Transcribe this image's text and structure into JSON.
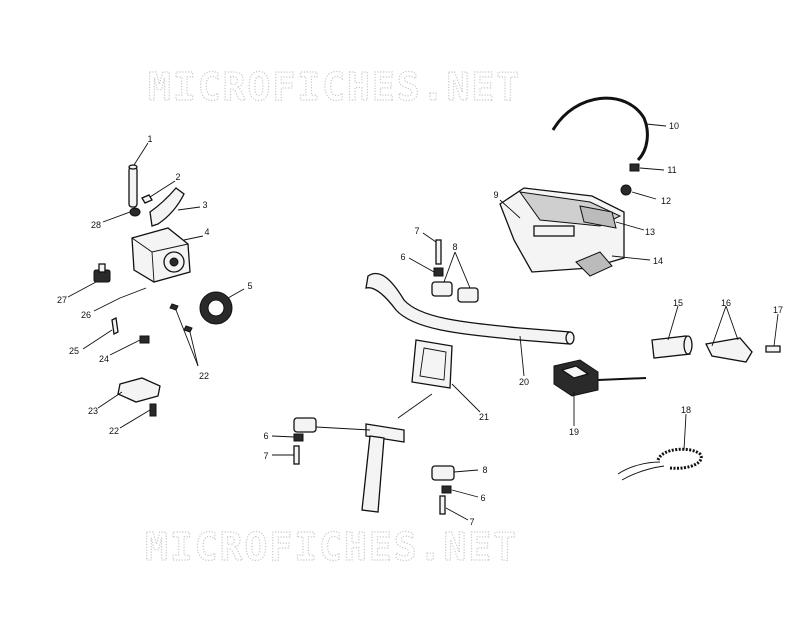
{
  "watermark": {
    "text": "MICROFICHES.NET"
  },
  "callouts": [
    {
      "id": "c1",
      "label": "1"
    },
    {
      "id": "c2",
      "label": "2"
    },
    {
      "id": "c3",
      "label": "3"
    },
    {
      "id": "c4",
      "label": "4"
    },
    {
      "id": "c5",
      "label": "5"
    },
    {
      "id": "c28",
      "label": "28"
    },
    {
      "id": "c27",
      "label": "27"
    },
    {
      "id": "c26",
      "label": "26"
    },
    {
      "id": "c25",
      "label": "25"
    },
    {
      "id": "c24",
      "label": "24"
    },
    {
      "id": "c22a",
      "label": "22"
    },
    {
      "id": "c23",
      "label": "23"
    },
    {
      "id": "c22b",
      "label": "22"
    },
    {
      "id": "c10",
      "label": "10"
    },
    {
      "id": "c11",
      "label": "11"
    },
    {
      "id": "c12",
      "label": "12"
    },
    {
      "id": "c9",
      "label": "9"
    },
    {
      "id": "c13",
      "label": "13"
    },
    {
      "id": "c14",
      "label": "14"
    },
    {
      "id": "c7a",
      "label": "7"
    },
    {
      "id": "c6a",
      "label": "6"
    },
    {
      "id": "c8a",
      "label": "8"
    },
    {
      "id": "c15",
      "label": "15"
    },
    {
      "id": "c16",
      "label": "16"
    },
    {
      "id": "c17",
      "label": "17"
    },
    {
      "id": "c20",
      "label": "20"
    },
    {
      "id": "c21",
      "label": "21"
    },
    {
      "id": "c19",
      "label": "19"
    },
    {
      "id": "c18",
      "label": "18"
    },
    {
      "id": "c6b",
      "label": "6"
    },
    {
      "id": "c7b",
      "label": "7"
    },
    {
      "id": "c8b",
      "label": "8"
    },
    {
      "id": "c6c",
      "label": "6"
    },
    {
      "id": "c7c",
      "label": "7"
    }
  ]
}
